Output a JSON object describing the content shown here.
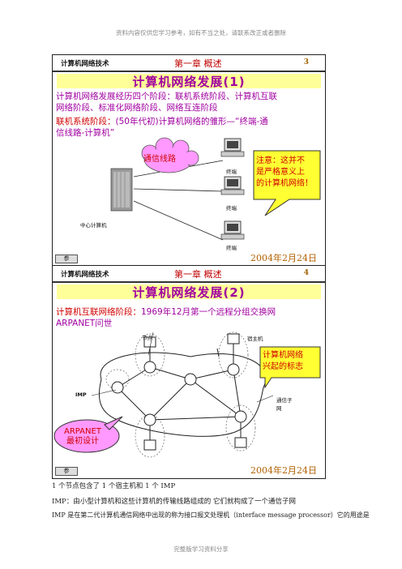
{
  "page": {
    "header_note": "资料内容仅供您学习参考，如有不当之处，请联系改正或者删除",
    "footer_note": "完整版学习资料分享"
  },
  "slide1": {
    "course": "计算机网络技术",
    "chapter": "第一章 概述",
    "page_num": "3",
    "title": "计算机网络发展",
    "title_num": "(1)",
    "line1": "计算机网络发展经历四个阶段：联机系统阶段、计算机互联",
    "line2": "网络阶段、标准化网络阶段、网络互连阶段",
    "line3_a": "联机系统阶段：",
    "line3_b": "(50年代初)",
    "line3_c": "计算机网络的雏形—“终端-通",
    "line4": "信线路-计算机”",
    "cloud_label": "通信线路",
    "terminal_label": "终端",
    "host_label": "中心计算机",
    "callout": [
      "注意：这并不",
      "是严格意义上",
      "的计算机网络！"
    ],
    "footer_btn": "参",
    "date": "2004年2月24日"
  },
  "slide2": {
    "course": "计算机网络技术",
    "chapter": "第一章 概述",
    "page_num": "4",
    "title": "计算机网络发展",
    "title_num": "(2)",
    "line1_a": "计算机互联网络阶段：",
    "line1_b": "1969年12月第一个远程分组交换网",
    "line2": "ARPANET问世",
    "node_label": "节点",
    "host_label": "宿主机",
    "imp_label": "IMP",
    "subnet_label": [
      "通信子",
      "网"
    ],
    "callout": [
      "计算机网络",
      "兴起的标志"
    ],
    "arpanet_callout": [
      "ARPANET",
      "最初设计"
    ],
    "footer_btn": "参",
    "date": "2004年2月24日"
  },
  "body": {
    "line1": "1 个节点包含了 1 个宿主机和 1 个 IMP",
    "line2": "IMP：由小型计算机和这些计算机的传输线路组成的 它们就构成了一个通信子网",
    "line3": "IMP 是在第二代计算机通信网络中出现的称为接口报文处理机（interface message processor）它的用途是"
  },
  "colors": {
    "title": "#a000a0",
    "accent_red": "#d00000",
    "title_bg": "#ffff99",
    "cloud": "#ff99ff",
    "callout": "#ffff33",
    "arpanet_bubble": "#ff99ff"
  }
}
